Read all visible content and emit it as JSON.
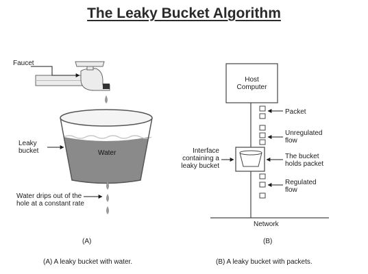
{
  "title": "The Leaky Bucket Algorithm",
  "left": {
    "faucet_label": "Faucet",
    "leaky_bucket_label": "Leaky\nbucket",
    "water_label": "Water",
    "drips_label": "Water drips out of the\nhole at a constant rate",
    "panel_tag": "(A)",
    "caption": "(A) A leaky bucket with water."
  },
  "right": {
    "host_label": "Host\nComputer",
    "packet_label": "Packet",
    "unregulated_label": "Unregulated\nflow",
    "interface_label": "Interface\ncontaining a\nleaky bucket",
    "holds_label": "The bucket\nholds packet",
    "regulated_label": "Regulated\nflow",
    "network_label": "Network",
    "panel_tag": "(B)",
    "caption": "(B) A leaky bucket with packets."
  },
  "colors": {
    "water": "#8a8a8a",
    "stroke": "#555555",
    "faucet": "#e8e8e8"
  }
}
